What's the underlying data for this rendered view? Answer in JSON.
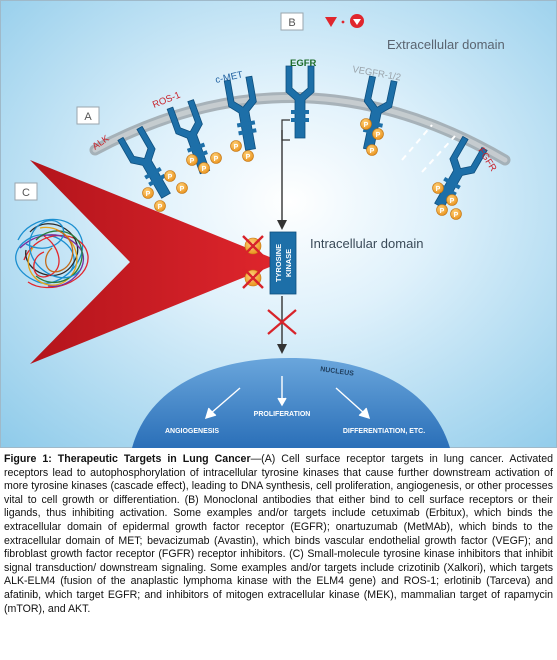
{
  "diagram": {
    "box_a": "A",
    "box_b": "B",
    "box_c": "C",
    "extracellular": "Extracellular domain",
    "intracellular": "Intracellular domain",
    "receptors": [
      "ALK",
      "ROS-1",
      "c-MET",
      "EGFR",
      "VEGFR-1/2",
      "FGFR"
    ],
    "phospho": "P",
    "kinase_line1": "TYROSINE",
    "kinase_line2": "KINASE",
    "nucleus": "NUCLEUS",
    "proliferation": "PROLIFERATION",
    "angiogenesis": "ANGIOGENESIS",
    "differentiation": "DIFFERENTIATION, ETC.",
    "colors": {
      "background": "#bfe3f5",
      "receptor": "#1d6fa8",
      "phospho": "#f5a623",
      "inhibitor": "#d8232a",
      "nucleus": "#3a80c6"
    }
  },
  "caption": {
    "title": "Figure 1: Therapeutic Targets in Lung Cancer",
    "body": "—(A) Cell surface receptor targets in lung cancer. Activated receptors lead to autophosphorylation of intracellular tyrosine kinases that cause further downstream activation of more tyrosine kinases (cascade effect), leading to DNA synthesis, cell proliferation, angiogenesis, or other processes vital to cell growth or differentiation. (B) Monoclonal antibodies that either bind to cell surface receptors or their ligands, thus inhibiting activation. Some examples and/or targets include cetuximab (Erbitux), which binds the extracellular domain of epidermal growth factor receptor (EGFR); onartuzumab (MetMAb), which binds to the extracellular domain of MET; bevacizumab (Avastin), which binds vascular endothelial growth factor (VEGF); and fibroblast growth factor receptor (FGFR) receptor inhibitors. (C) Small-molecule tyrosine kinase inhibitors that inhibit signal transduction/ downstream signaling. Some examples and/or targets include crizotinib (Xalkori), which targets ALK-ELM4 (fusion of the anaplastic lymphoma kinase with the ELM4 gene) and ROS-1; erlotinib (Tarceva) and afatinib, which target EGFR; and inhibitors of mitogen extracellular kinase (MEK), mammalian target of rapamycin (mTOR), and AKT."
  }
}
